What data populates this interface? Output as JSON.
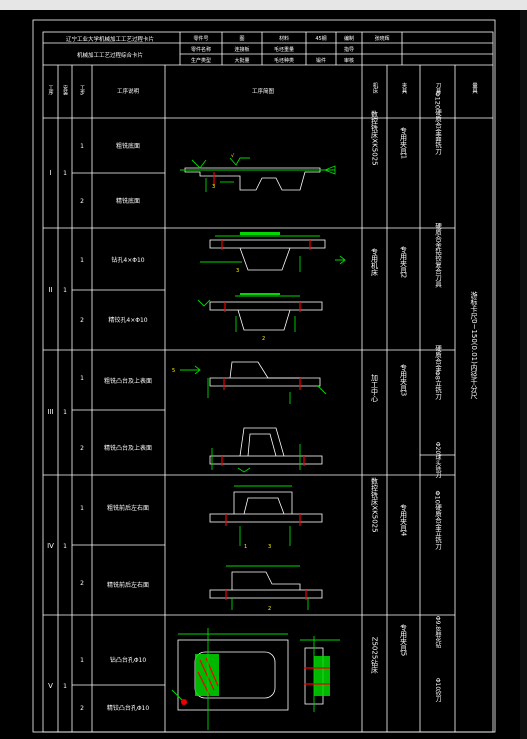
{
  "title_block": {
    "school": "辽宁工业大学机械加工工艺过程卡片",
    "card_name": "机械加工工艺过程综合卡片",
    "cells": [
      {
        "label": "零件号",
        "value": "图"
      },
      {
        "label": "材料",
        "value": "45钢"
      },
      {
        "label": "编制",
        "value": "张晓辉"
      },
      {
        "label": "零件名称",
        "value": "连接板"
      },
      {
        "label": "毛坯重量",
        "value": ""
      },
      {
        "label": "指导",
        "value": ""
      },
      {
        "label": "生产类型",
        "value": "大批量"
      },
      {
        "label": "毛坯种类",
        "value": "锻件"
      },
      {
        "label": "审核",
        "value": ""
      }
    ]
  },
  "headers": {
    "step": "工序",
    "install": "安装",
    "pass": "工步",
    "content": "工序说明",
    "sketch": "工序简图",
    "machine": "机床",
    "fixture": "夹具",
    "tool": "刀具",
    "gauge": "量具"
  },
  "operations": [
    {
      "roman": "I",
      "install": "1",
      "steps": [
        {
          "n": "1",
          "desc": "粗铣底面"
        },
        {
          "n": "2",
          "desc": "精铣底面"
        }
      ],
      "machine": "数控铣床XK5025",
      "fixture": "专用夹具1",
      "tool": "Φ120硬质合金面铣刀"
    },
    {
      "roman": "II",
      "install": "1",
      "steps": [
        {
          "n": "1",
          "desc": "钻孔4×Φ10"
        },
        {
          "n": "2",
          "desc": "精铰孔4×Φ10"
        }
      ],
      "machine": "专用机床",
      "fixture": "专用夹具2",
      "tool": "硬质合金钻铰复合刀具"
    },
    {
      "roman": "III",
      "install": "1",
      "steps": [
        {
          "n": "1",
          "desc": "粗铣凸台及上表面"
        },
        {
          "n": "2",
          "desc": "精铣凸台及上表面"
        }
      ],
      "machine": "加工中心",
      "fixture": "专用夹具3",
      "tool": "硬质合金Φ8立铣刀",
      "tool2": "Φ20球头铣刀"
    },
    {
      "roman": "IV",
      "install": "1",
      "steps": [
        {
          "n": "1",
          "desc": "粗铣前后左右面"
        },
        {
          "n": "2",
          "desc": "精铣前后左右面"
        }
      ],
      "machine": "数控铣床XK5025",
      "fixture": "专用夹具4",
      "tool": "Φ10硬质合金立铣刀"
    },
    {
      "roman": "V",
      "install": "1",
      "steps": [
        {
          "n": "1",
          "desc": "钻凸台孔Φ10"
        },
        {
          "n": "2",
          "desc": "精铰凸台孔Φ10"
        }
      ],
      "machine": "Z5025钻床",
      "fixture": "专用夹具5",
      "tool": "Φ9.8麻花钻",
      "tool2": "Φ10铰刀"
    }
  ],
  "gauge": "游标卡尺0~150(0.01)内径千分尺",
  "colors": {
    "line": "#ffffff",
    "dimension": "#00d800",
    "datum": "#ff0000",
    "note": "#ffff00"
  }
}
